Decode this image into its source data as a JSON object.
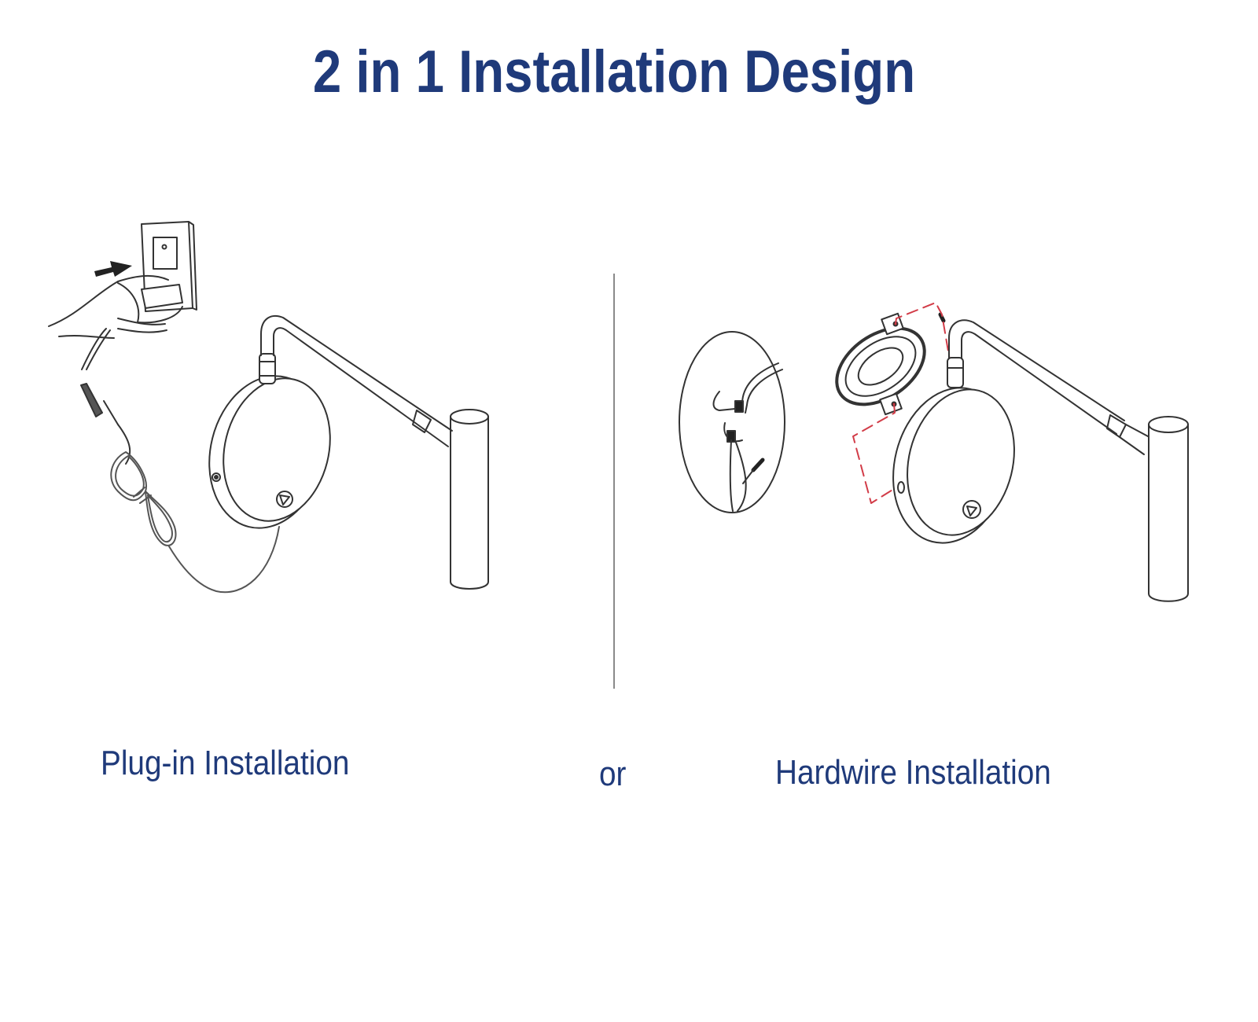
{
  "title": "2 in 1 Installation Design",
  "options": [
    {
      "label": "Plug-in Installation",
      "illustration": "plug-in-wall-sconce-diagram"
    },
    {
      "label": "Hardwire Installation",
      "illustration": "hardwire-wall-sconce-diagram"
    }
  ],
  "separator": "or",
  "colors": {
    "text": "#1f3a7a",
    "lines": "#333333",
    "guide": "#d23c48",
    "divider": "#8a8a8a"
  }
}
